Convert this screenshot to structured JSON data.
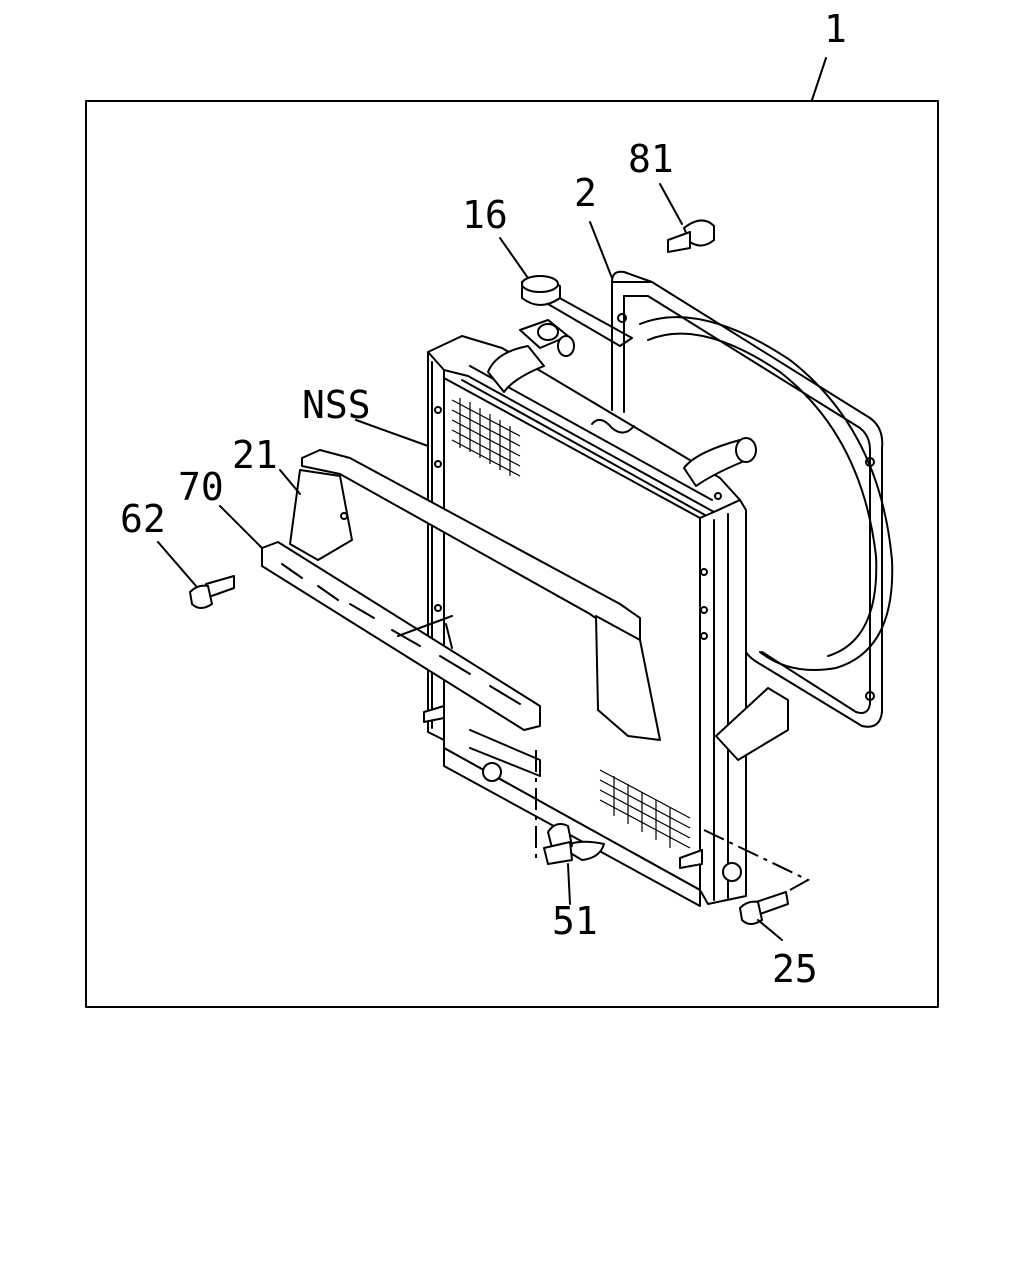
{
  "callouts": {
    "assembly": "1",
    "fan_shroud": "2",
    "radiator_cap": "16",
    "upper_bracket": "21",
    "drain_cock": "51",
    "bolt_left": "62",
    "lower_bracket": "70",
    "grommet": "81",
    "bolt_right": "25",
    "not_serviced": "NSS"
  }
}
